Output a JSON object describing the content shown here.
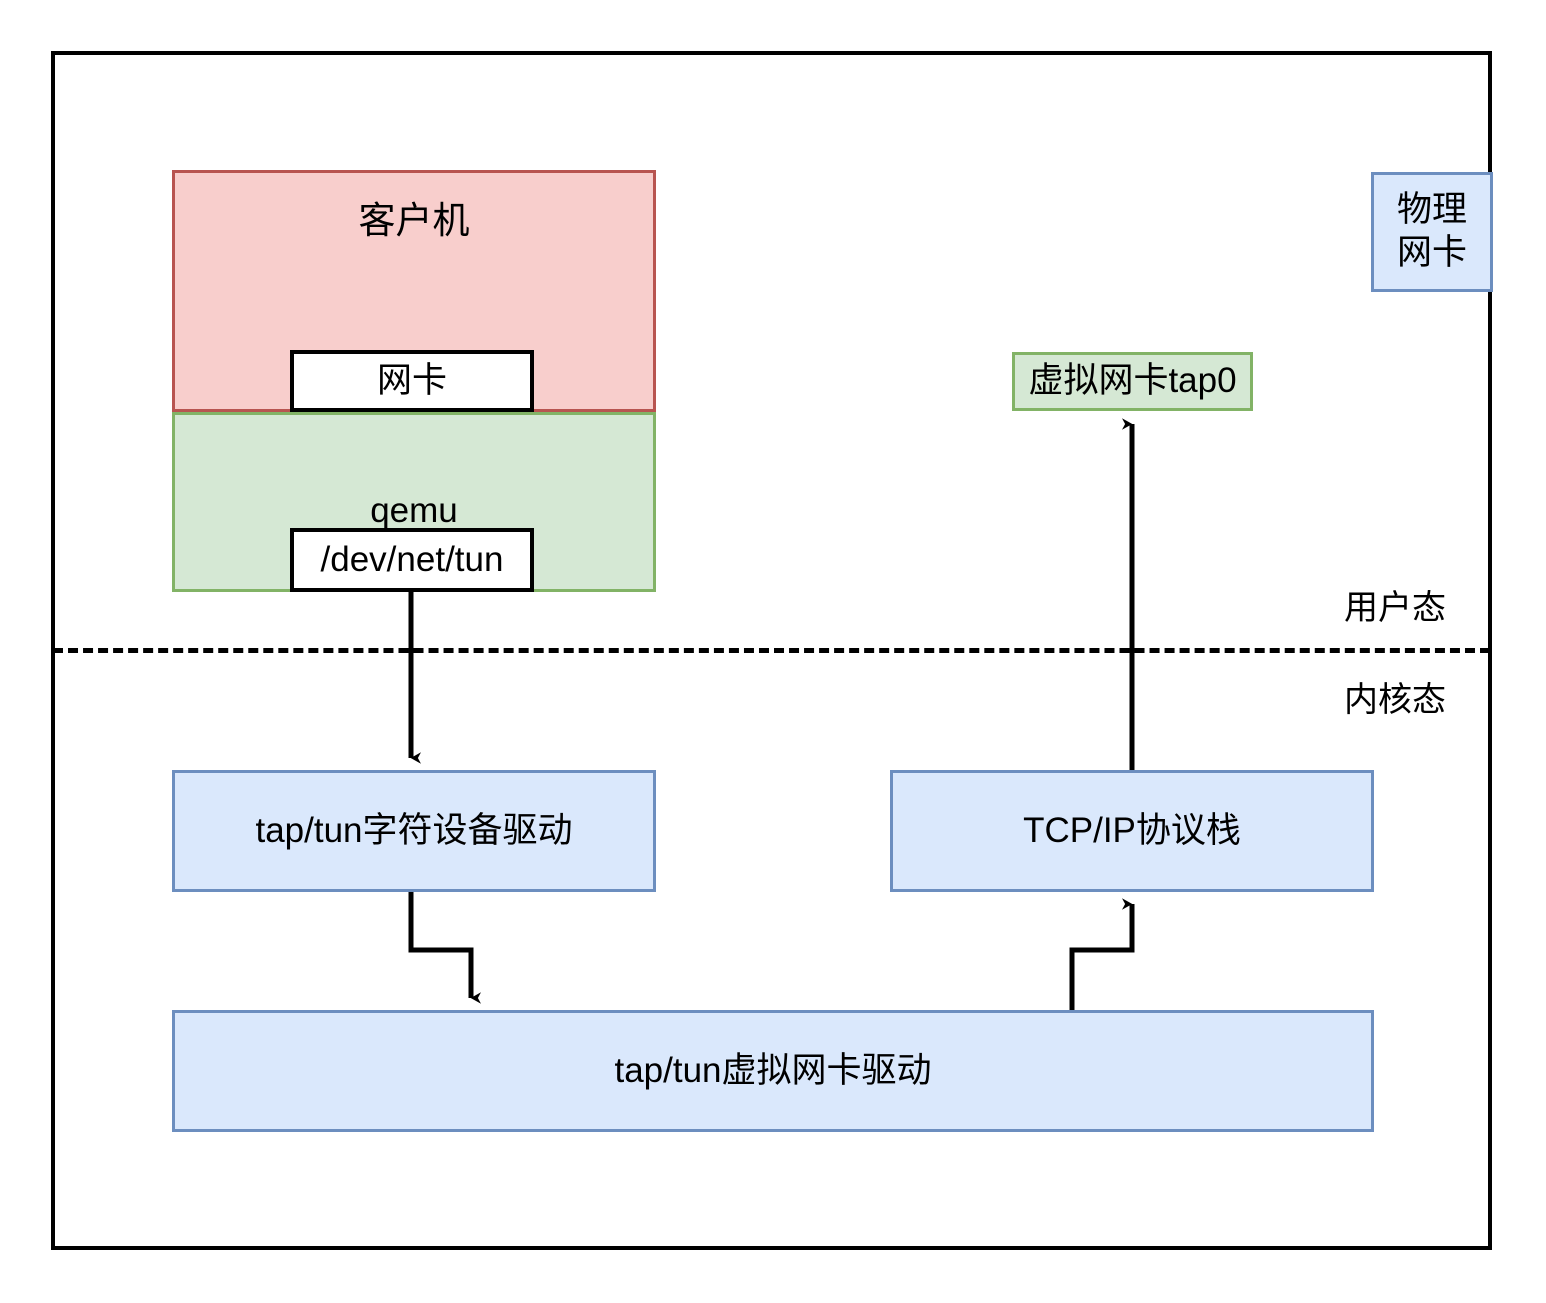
{
  "diagram": {
    "title_present": false,
    "boxes": {
      "guest": {
        "label": "客户机",
        "fill": "#f8cecc",
        "stroke": "#b85450"
      },
      "guest_nic": {
        "label": "网卡",
        "fill": "#ffffff",
        "stroke": "#000000"
      },
      "qemu": {
        "label": "qemu",
        "fill": "#d5e8d4",
        "stroke": "#82b366"
      },
      "dev_net_tun": {
        "label": "/dev/net/tun",
        "fill": "#ffffff",
        "stroke": "#000000"
      },
      "physical_nic": {
        "label_line1": "物理",
        "label_line2": "网卡",
        "fill": "#dae8fc",
        "stroke": "#6c8ebf"
      },
      "virtual_nic_tap0": {
        "label": "虚拟网卡tap0",
        "fill": "#d5e8d4",
        "stroke": "#82b366"
      },
      "char_device_driver": {
        "label": "tap/tun字符设备驱动",
        "fill": "#dae8fc",
        "stroke": "#6c8ebf"
      },
      "tcpip_stack": {
        "label": "TCP/IP协议栈",
        "fill": "#dae8fc",
        "stroke": "#6c8ebf"
      },
      "virtual_nic_driver": {
        "label": "tap/tun虚拟网卡驱动",
        "fill": "#dae8fc",
        "stroke": "#6c8ebf"
      }
    },
    "mode_labels": {
      "user_mode": "用户态",
      "kernel_mode": "内核态"
    },
    "divider": {
      "style": "dashed",
      "color": "#000000"
    },
    "connectors": [
      {
        "name": "tun-to-chardrv",
        "from": "dev_net_tun",
        "to": "char_device_driver",
        "direction": "down",
        "arrow": true
      },
      {
        "name": "chardrv-to-virtdrv",
        "from": "char_device_driver",
        "to": "virtual_nic_driver",
        "direction": "down-step-right",
        "arrow": true
      },
      {
        "name": "virtdrv-to-tcpip",
        "from": "virtual_nic_driver",
        "to": "tcpip_stack",
        "direction": "up-step-right",
        "arrow": true
      },
      {
        "name": "tcpip-to-tap0",
        "from": "tcpip_stack",
        "to": "virtual_nic_tap0",
        "direction": "up",
        "arrow": true
      }
    ]
  }
}
